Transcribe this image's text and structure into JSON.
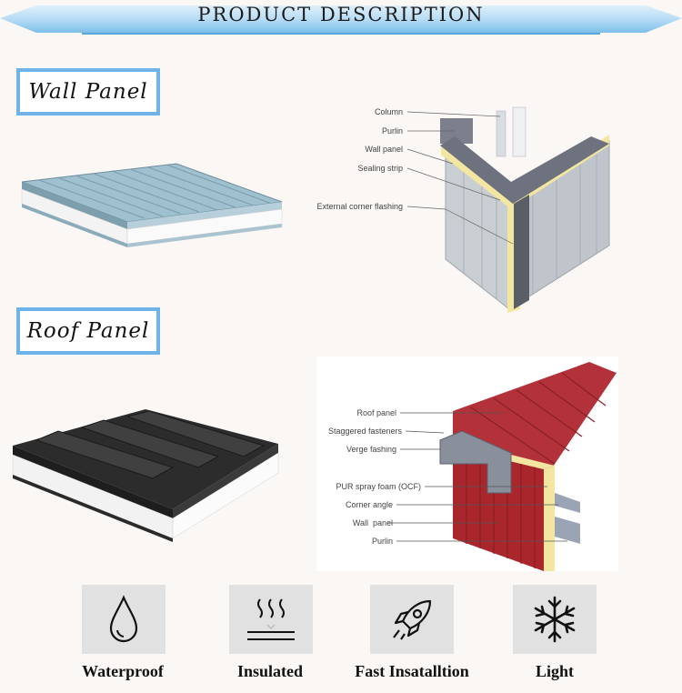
{
  "banner": {
    "title": "PRODUCT DESCRIPTION"
  },
  "wall": {
    "label": "Wall Panel",
    "diagram_labels": [
      "Column",
      "Purlin",
      "Wall panel",
      "Sealing strip",
      "External corner flashing"
    ]
  },
  "roof": {
    "label": "Roof Panel",
    "diagram_labels": [
      "Roof panel",
      "Staggered fasteners",
      "Verge fashing",
      "PUR spray foam (OCF)",
      "Corner angle",
      "Wall  panel",
      "Purlin"
    ]
  },
  "features": [
    {
      "label": "Waterproof",
      "icon": "water-drop-icon"
    },
    {
      "label": "Insulated",
      "icon": "heat-waves-icon"
    },
    {
      "label": "Fast Insatalltion",
      "icon": "rocket-icon"
    },
    {
      "label": "Light",
      "icon": "snowflake-icon"
    }
  ],
  "colors": {
    "accent": "#6fb3e8",
    "wall_panel": "#8fb3c3",
    "roof_panel": "#2a2a2a",
    "roof_diagram": "#a8262c",
    "insulation": "#f3e6a0"
  }
}
